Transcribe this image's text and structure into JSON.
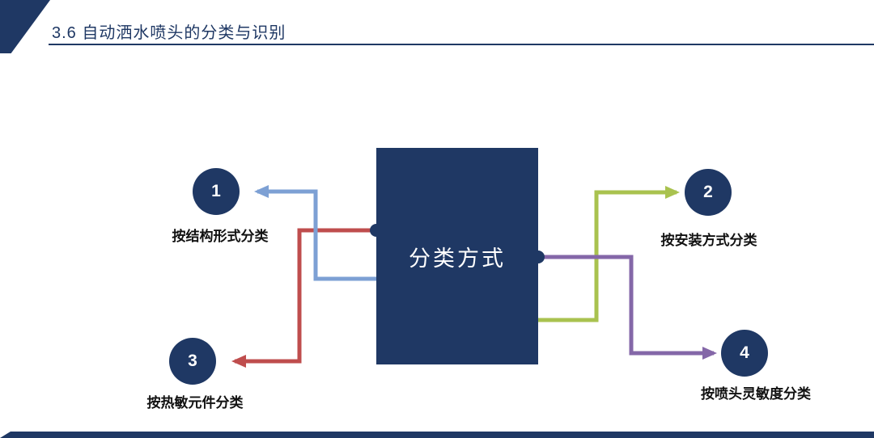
{
  "slide": {
    "title": "3.6 自动洒水喷头的分类与识别",
    "center_label": "分类方式"
  },
  "colors": {
    "navy": "#1f3864",
    "arrow_blue": "#7da0d4",
    "arrow_red": "#bf4d4d",
    "arrow_green": "#a9c24f",
    "arrow_purple": "#8467a8"
  },
  "nodes": [
    {
      "number": "1",
      "label": "按结构形式分类"
    },
    {
      "number": "2",
      "label": "按安装方式分类"
    },
    {
      "number": "3",
      "label": "按热敏元件分类"
    },
    {
      "number": "4",
      "label": "按喷头灵敏度分类"
    }
  ]
}
